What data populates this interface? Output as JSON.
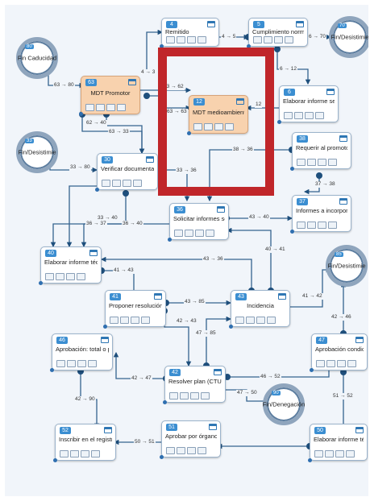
{
  "nodes": {
    "n4": {
      "num": "4",
      "label": "Remitido"
    },
    "n5": {
      "num": "5",
      "label": "Cumplimiento normativ"
    },
    "n70": {
      "num": "70",
      "label": "Fin/Desistimie"
    },
    "n80": {
      "num": "80",
      "label": "Fin Caducidad"
    },
    "n63": {
      "num": "63",
      "label": "MDT Promotor"
    },
    "n12": {
      "num": "12",
      "label": "MDT medioambiente"
    },
    "n6": {
      "num": "6",
      "label": "Elaborar informe secto"
    },
    "n38": {
      "num": "38",
      "label": "Requerir al promotor"
    },
    "n33": {
      "num": "33",
      "label": "Fin/Desistimie"
    },
    "n30": {
      "num": "30",
      "label": "Verificar documentació"
    },
    "n37": {
      "num": "37",
      "label": "Informes a incorporar a"
    },
    "n36": {
      "num": "36",
      "label": "Solicitar informes secto"
    },
    "n40": {
      "num": "40",
      "label": "Elaborar informe técnic"
    },
    "n85": {
      "num": "85",
      "label": "Fin/Desistimie"
    },
    "n41": {
      "num": "41",
      "label": "Proponer resolución (D"
    },
    "n43": {
      "num": "43",
      "label": "Incidencia"
    },
    "n46": {
      "num": "46",
      "label": "Aprobación: total o par"
    },
    "n47": {
      "num": "47",
      "label": "Aprobación condiciona"
    },
    "n42": {
      "num": "42",
      "label": "Resolver plan (CTU)"
    },
    "n90": {
      "num": "90",
      "label": "Fin/Denegación"
    },
    "n52": {
      "num": "52",
      "label": "Inscribir en el registro"
    },
    "n51": {
      "num": "51",
      "label": "Aprobar por órgano de"
    },
    "n50": {
      "num": "50",
      "label": "Elaborar informe técni"
    }
  },
  "edges": [
    "4 → 3",
    "4 → 5",
    "6 → 70",
    "6 → 12",
    "63 → 80",
    "63 → 62",
    "63 → 63",
    "12",
    "62 → 40",
    "63 → 33",
    "38 → 36",
    "33 → 80",
    "33 → 36",
    "37 → 38",
    "33 → 40",
    "36 → 40",
    "36 → 37",
    "43 → 40",
    "43 → 36",
    "40 → 41",
    "41 → 43",
    "43 → 85",
    "41 → 42",
    "42 → 43",
    "47 → 85",
    "42 → 46",
    "42 → 47",
    "46 → 52",
    "42 → 90",
    "47 → 50",
    "51 → 52",
    "50 → 51"
  ]
}
